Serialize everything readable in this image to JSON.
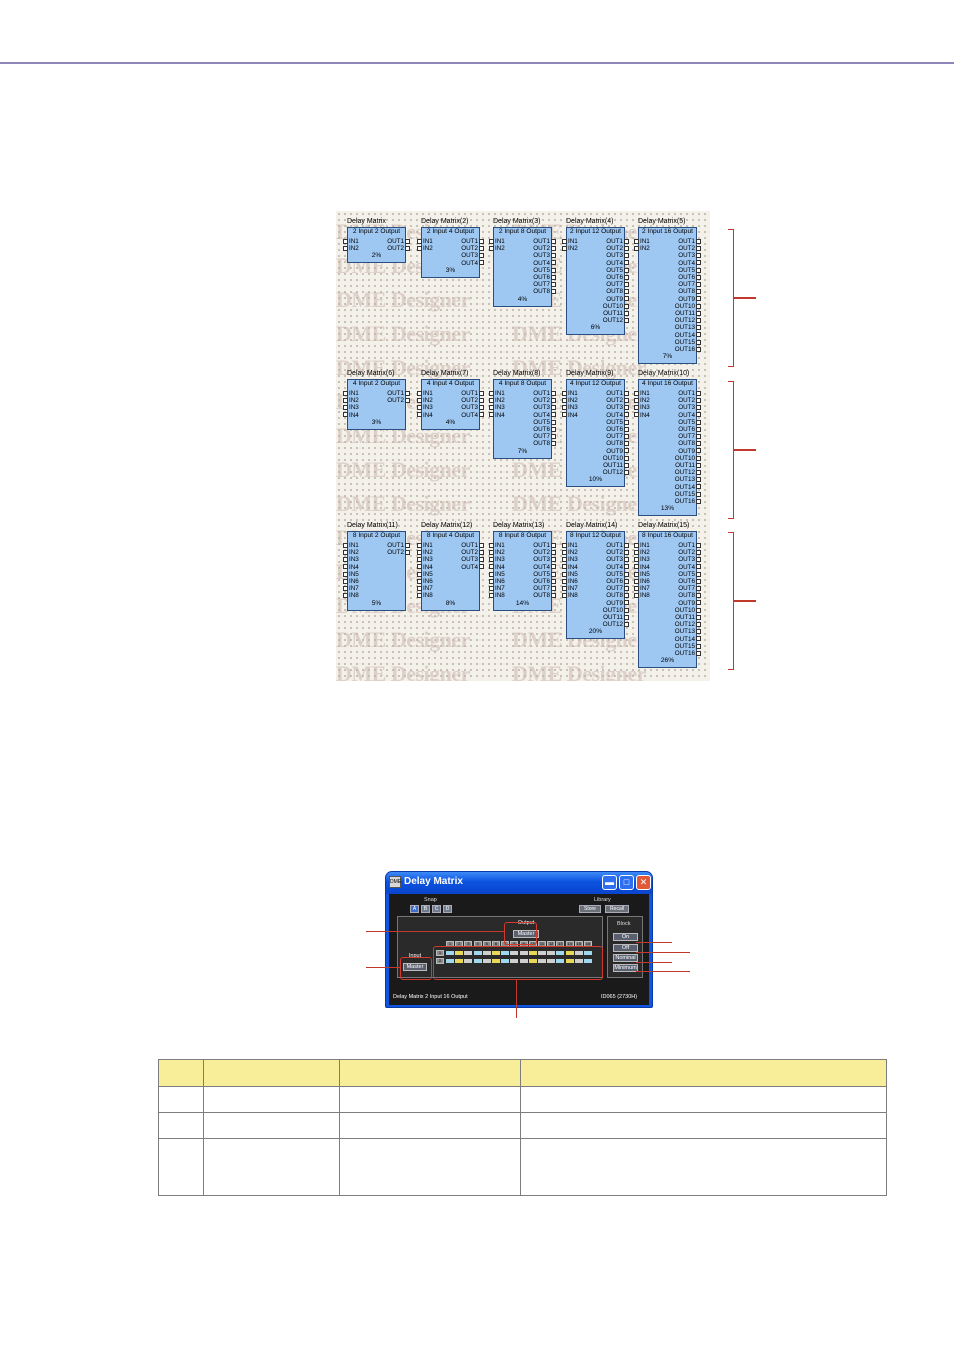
{
  "canvas": {
    "watermark_text": "DME Designer",
    "blocks": [
      {
        "title": "Delay Matrix",
        "subtitle": "2 Input 2 Output",
        "inputs": 2,
        "outputs": 2,
        "usage": "2%"
      },
      {
        "title": "Delay Matrix(2)",
        "subtitle": "2 Input 4 Output",
        "inputs": 2,
        "outputs": 4,
        "usage": "3%"
      },
      {
        "title": "Delay Matrix(3)",
        "subtitle": "2 Input 8 Output",
        "inputs": 2,
        "outputs": 8,
        "usage": "4%"
      },
      {
        "title": "Delay Matrix(4)",
        "subtitle": "2 Input 12 Output",
        "inputs": 2,
        "outputs": 12,
        "usage": "6%"
      },
      {
        "title": "Delay Matrix(5)",
        "subtitle": "2 Input 16 Output",
        "inputs": 2,
        "outputs": 16,
        "usage": "7%"
      },
      {
        "title": "Delay Matrix(6)",
        "subtitle": "4 Input 2 Output",
        "inputs": 4,
        "outputs": 2,
        "usage": "3%"
      },
      {
        "title": "Delay Matrix(7)",
        "subtitle": "4 Input 4 Output",
        "inputs": 4,
        "outputs": 4,
        "usage": "4%"
      },
      {
        "title": "Delay Matrix(8)",
        "subtitle": "4 Input 8 Output",
        "inputs": 4,
        "outputs": 8,
        "usage": "7%"
      },
      {
        "title": "Delay Matrix(9)",
        "subtitle": "4 Input 12 Output",
        "inputs": 4,
        "outputs": 12,
        "usage": "10%"
      },
      {
        "title": "Delay Matrix(10)",
        "subtitle": "4 Input 16 Output",
        "inputs": 4,
        "outputs": 16,
        "usage": "13%"
      },
      {
        "title": "Delay Matrix(11)",
        "subtitle": "8 Input 2 Output",
        "inputs": 8,
        "outputs": 2,
        "usage": "5%"
      },
      {
        "title": "Delay Matrix(12)",
        "subtitle": "8 Input 4 Output",
        "inputs": 8,
        "outputs": 4,
        "usage": "8%"
      },
      {
        "title": "Delay Matrix(13)",
        "subtitle": "8 Input 8 Output",
        "inputs": 8,
        "outputs": 8,
        "usage": "14%"
      },
      {
        "title": "Delay Matrix(14)",
        "subtitle": "8 Input 12 Output",
        "inputs": 8,
        "outputs": 12,
        "usage": "20%"
      },
      {
        "title": "Delay Matrix(15)",
        "subtitle": "8 Input 16 Output",
        "inputs": 8,
        "outputs": 16,
        "usage": "26%"
      }
    ]
  },
  "editor": {
    "title": "Delay Matrix",
    "icon_text": "DME",
    "snap_label": "Snap",
    "snap_buttons": [
      "A",
      "B",
      "C",
      "D"
    ],
    "library_label": "Library",
    "store_label": "Store",
    "recall_label": "Recall",
    "output_label": "Output",
    "output_master": "Master",
    "input_label": "Input",
    "input_master": "Master",
    "channels": [
      "1",
      "2",
      "3",
      "4",
      "5",
      "6",
      "7",
      "8",
      "9",
      "10",
      "11",
      "12",
      "13",
      "14",
      "15",
      "16"
    ],
    "input_rows": [
      "1",
      "2"
    ],
    "block_label": "Block",
    "on_label": "On",
    "off_label": "Off",
    "nominal_label": "Nominal",
    "minimum_label": "Minimum",
    "status_left": "Delay Matrix  2 Input 16 Output",
    "status_right": "ID065 (2730H)",
    "colors": {
      "titlebar": "#0b52e0",
      "block_fill": "#9ec7f2",
      "highlight": "#d0392b"
    }
  },
  "table": {
    "header": [
      "",
      "",
      "",
      ""
    ],
    "rows": [
      [
        "",
        "",
        "",
        ""
      ],
      [
        "",
        "",
        "",
        ""
      ],
      [
        "",
        "",
        "",
        ""
      ]
    ]
  }
}
